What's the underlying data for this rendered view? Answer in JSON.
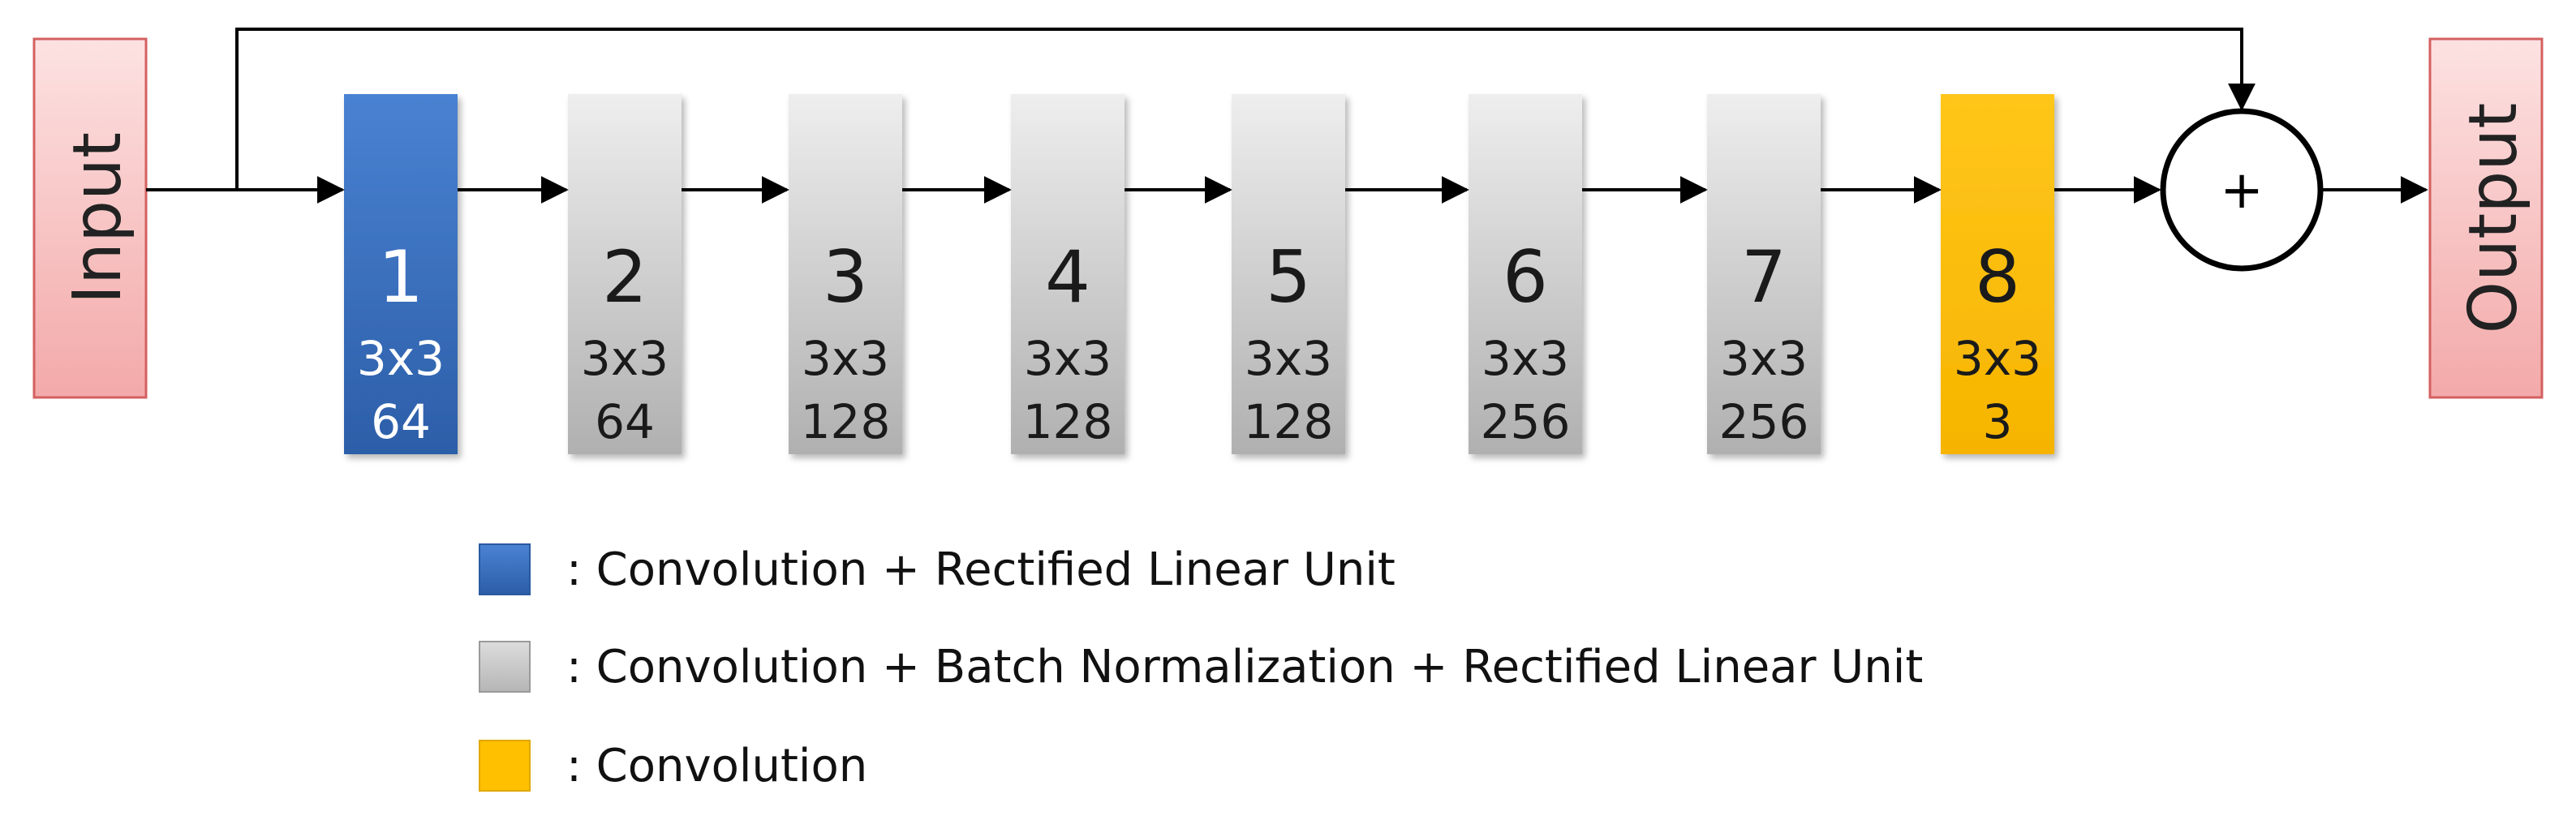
{
  "input_label": "Input",
  "output_label": "Output",
  "sum_symbol": "+",
  "layers": [
    {
      "number": "1",
      "kernel": "3x3",
      "channels": "64",
      "kind": "conv_relu"
    },
    {
      "number": "2",
      "kernel": "3x3",
      "channels": "64",
      "kind": "conv_bn_relu"
    },
    {
      "number": "3",
      "kernel": "3x3",
      "channels": "128",
      "kind": "conv_bn_relu"
    },
    {
      "number": "4",
      "kernel": "3x3",
      "channels": "128",
      "kind": "conv_bn_relu"
    },
    {
      "number": "5",
      "kernel": "3x3",
      "channels": "128",
      "kind": "conv_bn_relu"
    },
    {
      "number": "6",
      "kernel": "3x3",
      "channels": "256",
      "kind": "conv_bn_relu"
    },
    {
      "number": "7",
      "kernel": "3x3",
      "channels": "256",
      "kind": "conv_bn_relu"
    },
    {
      "number": "8",
      "kernel": "3x3",
      "channels": "3",
      "kind": "conv"
    }
  ],
  "legend": [
    {
      "kind": "conv_relu",
      "label": ": Convolution + Rectified Linear Unit"
    },
    {
      "kind": "conv_bn_relu",
      "label": ": Convolution + Batch Normalization + Rectified Linear Unit"
    },
    {
      "kind": "conv",
      "label": ": Convolution"
    }
  ],
  "colors": {
    "conv_relu": "#3a72c4",
    "conv_bn_relu": "#c8c8c8",
    "conv": "#ffc000",
    "io_fill": "#f9c5c5",
    "io_border": "#d46060",
    "arrow": "#000000"
  }
}
